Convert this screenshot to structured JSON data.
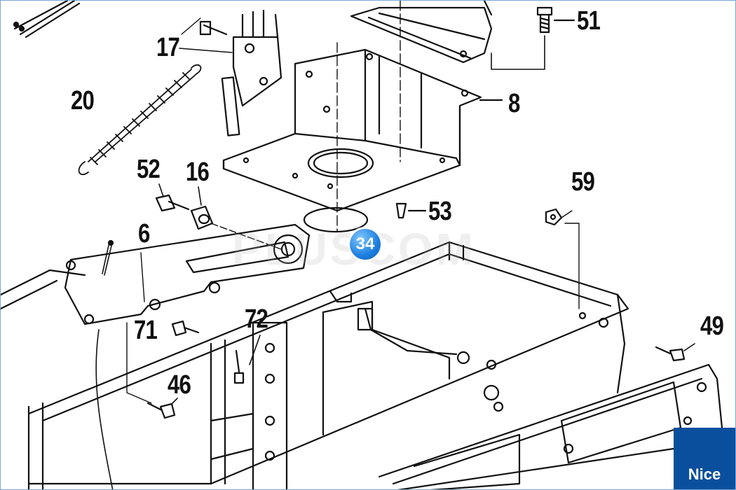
{
  "colors": {
    "line": "#111111",
    "badge": "#1d7fe0",
    "logo_bg": "#0a4f9e",
    "frame": "#7aa7d6"
  },
  "part_labels": {
    "p51": "51",
    "p17": "17",
    "p8": "8",
    "p20": "20",
    "p52": "52",
    "p16": "16",
    "p53": "53",
    "p59": "59",
    "p6": "6",
    "p71": "71",
    "p72": "72",
    "p49": "49",
    "p46": "46"
  },
  "badge_label": "34",
  "watermark_text": "PLUSCOM",
  "logo_text": "Nice"
}
